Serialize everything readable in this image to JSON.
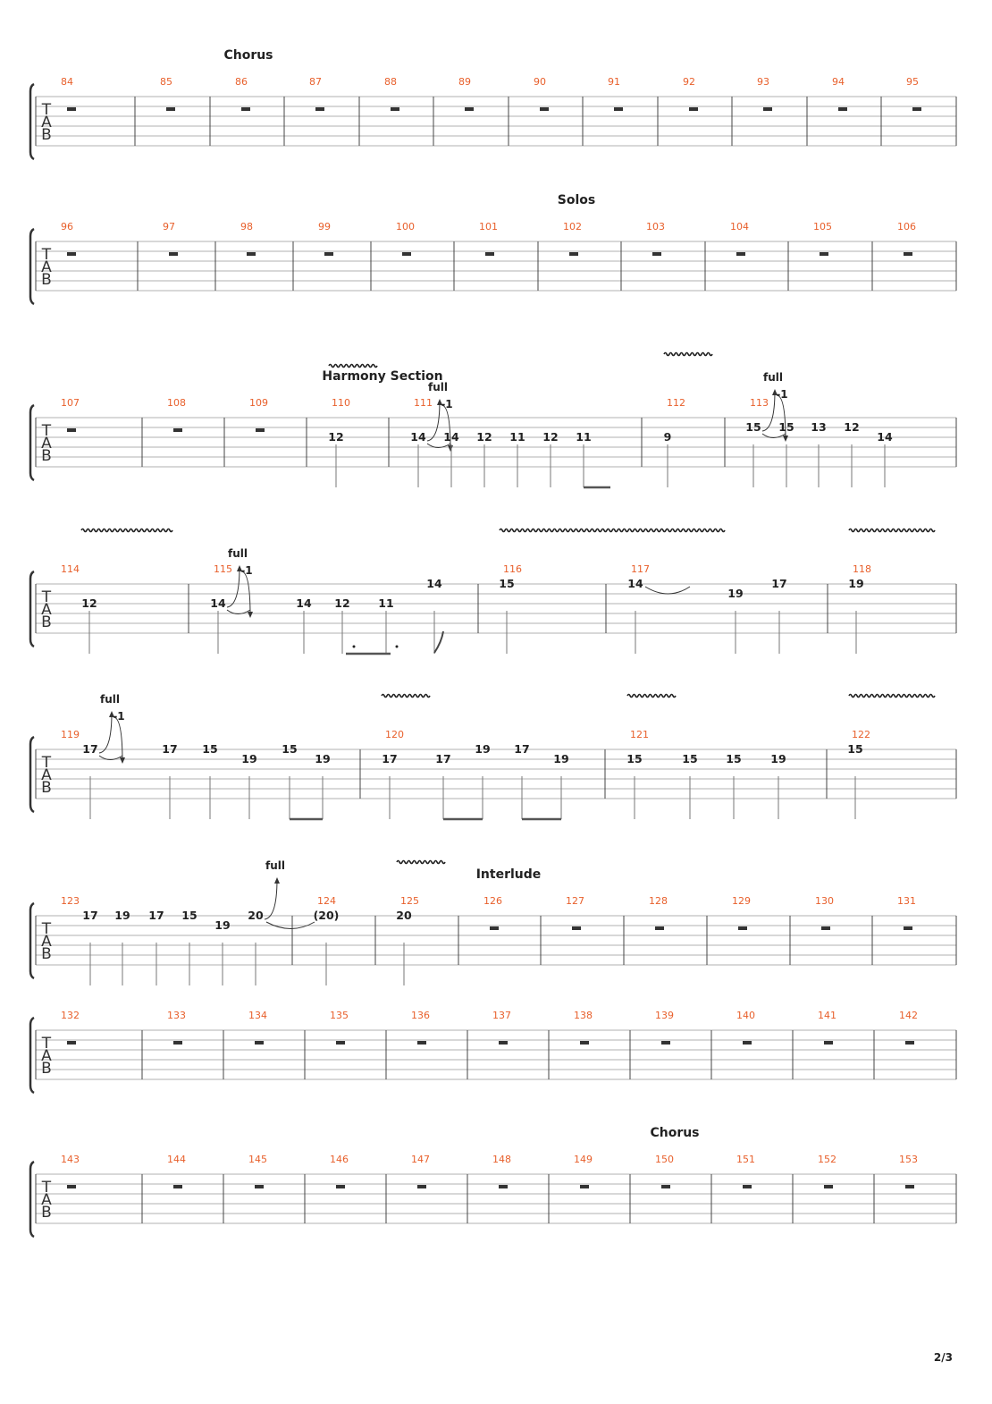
{
  "page": {
    "number": "2/3"
  },
  "tab_clef": [
    "T",
    "A",
    "B"
  ],
  "systems": [
    {
      "id": "sys1",
      "labels": [
        {
          "text": "Chorus",
          "at": 0
        }
      ],
      "measures": [
        {
          "n": "84",
          "rest": true
        },
        {
          "n": "85",
          "rest": true
        },
        {
          "n": "86",
          "rest": true
        },
        {
          "n": "87",
          "rest": true
        },
        {
          "n": "88",
          "rest": true
        },
        {
          "n": "89",
          "rest": true
        },
        {
          "n": "90",
          "rest": true
        },
        {
          "n": "91",
          "rest": true
        },
        {
          "n": "92",
          "rest": true
        },
        {
          "n": "93",
          "rest": true
        },
        {
          "n": "94",
          "rest": true
        },
        {
          "n": "95",
          "rest": true
        }
      ]
    },
    {
      "id": "sys2",
      "labels": [
        {
          "text": "Solos",
          "at": 6
        }
      ],
      "measures": [
        {
          "n": "96",
          "rest": true
        },
        {
          "n": "97",
          "rest": true
        },
        {
          "n": "98",
          "rest": true
        },
        {
          "n": "99",
          "rest": true
        },
        {
          "n": "100",
          "rest": true
        },
        {
          "n": "101",
          "rest": true
        },
        {
          "n": "102",
          "rest": true
        },
        {
          "n": "103",
          "rest": true
        },
        {
          "n": "104",
          "rest": true
        },
        {
          "n": "105",
          "rest": true
        },
        {
          "n": "106",
          "rest": true
        }
      ]
    },
    {
      "id": "sys3",
      "labels": [
        {
          "text": "Harmony Section",
          "at": 3
        }
      ],
      "measures": [
        {
          "n": "107",
          "rest": true
        },
        {
          "n": "108",
          "rest": true
        },
        {
          "n": "109",
          "rest": true
        },
        {
          "n": "110",
          "notes": [
            {
              "f": "12",
              "s": 2
            }
          ]
        },
        {
          "n": "111",
          "notes": [
            {
              "f": "14",
              "s": 2,
              "bend": "full",
              "bend_release": "-1"
            },
            {
              "f": "14",
              "s": 2
            },
            {
              "f": "12",
              "s": 2
            },
            {
              "f": "11",
              "s": 2
            },
            {
              "f": "12",
              "s": 2
            },
            {
              "f": "11",
              "s": 2
            }
          ]
        },
        {
          "n": "112",
          "notes": [
            {
              "f": "9",
              "s": 2
            }
          ]
        },
        {
          "n": "113",
          "notes": [
            {
              "f": "15",
              "s": 1,
              "bend": "full",
              "bend_release": "-1"
            },
            {
              "f": "15",
              "s": 1
            },
            {
              "f": "13",
              "s": 1
            },
            {
              "f": "12",
              "s": 1
            },
            {
              "f": "14",
              "s": 2
            }
          ]
        }
      ]
    },
    {
      "id": "sys4",
      "labels": [],
      "measures": [
        {
          "n": "114",
          "notes": [
            {
              "f": "12",
              "s": 2
            }
          ]
        },
        {
          "n": "115",
          "notes": [
            {
              "f": "14",
              "s": 2,
              "bend": "full",
              "bend_release": "-1"
            },
            {
              "f": "14",
              "s": 2
            },
            {
              "f": "12",
              "s": 2
            },
            {
              "f": "11",
              "s": 2
            },
            {
              "f": "14",
              "s": 0
            }
          ]
        },
        {
          "n": "116",
          "notes": [
            {
              "f": "15",
              "s": 0
            }
          ]
        },
        {
          "n": "117",
          "notes": [
            {
              "f": "14",
              "s": 0
            },
            {
              "f": "19",
              "s": 1
            },
            {
              "f": "17",
              "s": 0
            }
          ]
        },
        {
          "n": "118",
          "notes": [
            {
              "f": "19",
              "s": 0
            }
          ]
        }
      ]
    },
    {
      "id": "sys5",
      "labels": [],
      "measures": [
        {
          "n": "119",
          "notes": [
            {
              "f": "17",
              "s": 0,
              "bend": "full",
              "bend_release": "-1"
            },
            {
              "f": "17",
              "s": 0
            },
            {
              "f": "15",
              "s": 0
            },
            {
              "f": "19",
              "s": 1
            },
            {
              "f": "15",
              "s": 0
            },
            {
              "f": "19",
              "s": 1
            }
          ]
        },
        {
          "n": "120",
          "notes": [
            {
              "f": "17",
              "s": 1
            },
            {
              "f": "17",
              "s": 1
            },
            {
              "f": "19",
              "s": 0
            },
            {
              "f": "17",
              "s": 0
            },
            {
              "f": "19",
              "s": 1
            }
          ]
        },
        {
          "n": "121",
          "notes": [
            {
              "f": "15",
              "s": 1
            },
            {
              "f": "15",
              "s": 1
            },
            {
              "f": "15",
              "s": 1
            },
            {
              "f": "19",
              "s": 1
            }
          ]
        },
        {
          "n": "122",
          "notes": [
            {
              "f": "15",
              "s": 0
            }
          ]
        }
      ]
    },
    {
      "id": "sys6",
      "labels": [
        {
          "text": "Interlude",
          "at": 3
        }
      ],
      "measures": [
        {
          "n": "123",
          "notes": [
            {
              "f": "17",
              "s": 0
            },
            {
              "f": "19",
              "s": 0
            },
            {
              "f": "17",
              "s": 0
            },
            {
              "f": "15",
              "s": 0
            },
            {
              "f": "19",
              "s": 1
            },
            {
              "f": "20",
              "s": 0,
              "bend": "full"
            }
          ]
        },
        {
          "n": "124",
          "notes": [
            {
              "f": "(20)",
              "s": 0
            }
          ]
        },
        {
          "n": "125",
          "notes": [
            {
              "f": "20",
              "s": 0
            }
          ]
        },
        {
          "n": "126",
          "rest": true
        },
        {
          "n": "127",
          "rest": true
        },
        {
          "n": "128",
          "rest": true
        },
        {
          "n": "129",
          "rest": true
        },
        {
          "n": "130",
          "rest": true
        },
        {
          "n": "131",
          "rest": true
        }
      ]
    },
    {
      "id": "sys7",
      "labels": [],
      "measures": [
        {
          "n": "132",
          "rest": true
        },
        {
          "n": "133",
          "rest": true
        },
        {
          "n": "134",
          "rest": true
        },
        {
          "n": "135",
          "rest": true
        },
        {
          "n": "136",
          "rest": true
        },
        {
          "n": "137",
          "rest": true
        },
        {
          "n": "138",
          "rest": true
        },
        {
          "n": "139",
          "rest": true
        },
        {
          "n": "140",
          "rest": true
        },
        {
          "n": "141",
          "rest": true
        },
        {
          "n": "142",
          "rest": true
        }
      ]
    },
    {
      "id": "sys8",
      "labels": [
        {
          "text": "Chorus",
          "at": 8
        }
      ],
      "measures": [
        {
          "n": "143",
          "rest": true
        },
        {
          "n": "144",
          "rest": true
        },
        {
          "n": "145",
          "rest": true
        },
        {
          "n": "146",
          "rest": true
        },
        {
          "n": "147",
          "rest": true
        },
        {
          "n": "148",
          "rest": true
        },
        {
          "n": "149",
          "rest": true
        },
        {
          "n": "150",
          "rest": true
        },
        {
          "n": "151",
          "rest": true
        },
        {
          "n": "152",
          "rest": true
        },
        {
          "n": "153",
          "rest": true
        }
      ]
    }
  ]
}
